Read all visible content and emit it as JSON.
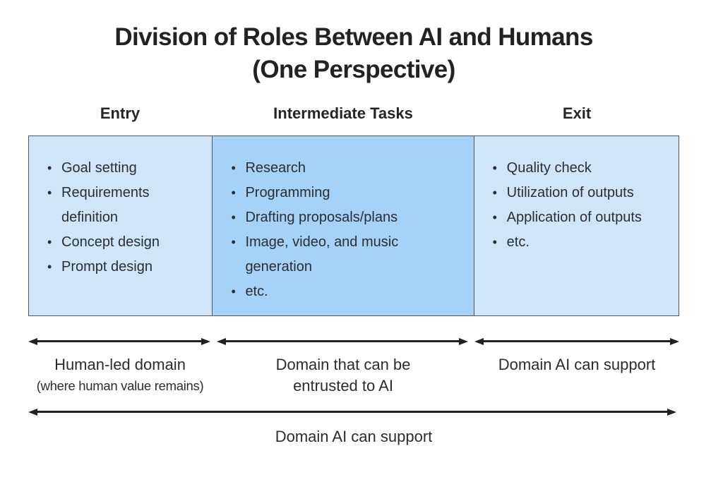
{
  "title": {
    "line1": "Division of Roles Between AI and Humans",
    "line2": "(One Perspective)"
  },
  "columns": [
    {
      "header": "Entry",
      "items": [
        "Goal setting",
        "Requirements definition",
        "Concept design",
        "Prompt design"
      ]
    },
    {
      "header": "Intermediate Tasks",
      "items": [
        "Research",
        "Programming",
        "Drafting proposals/plans",
        "Image, video, and music generation",
        "etc."
      ]
    },
    {
      "header": "Exit",
      "items": [
        "Quality check",
        "Utilization of outputs",
        "Application of outputs",
        "etc."
      ]
    }
  ],
  "domain_labels": [
    {
      "line1": "Human-led domain",
      "line2": "(where human value remains)"
    },
    {
      "line1": "Domain that can be",
      "line2": "entrusted to AI"
    },
    {
      "line1": "Domain AI can support",
      "line2": ""
    }
  ],
  "bottom_label": "Domain AI can support",
  "colors": {
    "light_box": "#cfe5fa",
    "dark_box": "#a5d2f6",
    "border": "#54585c",
    "arrow": "#1f2124",
    "text": "#2b2e33",
    "title": "#202224"
  }
}
